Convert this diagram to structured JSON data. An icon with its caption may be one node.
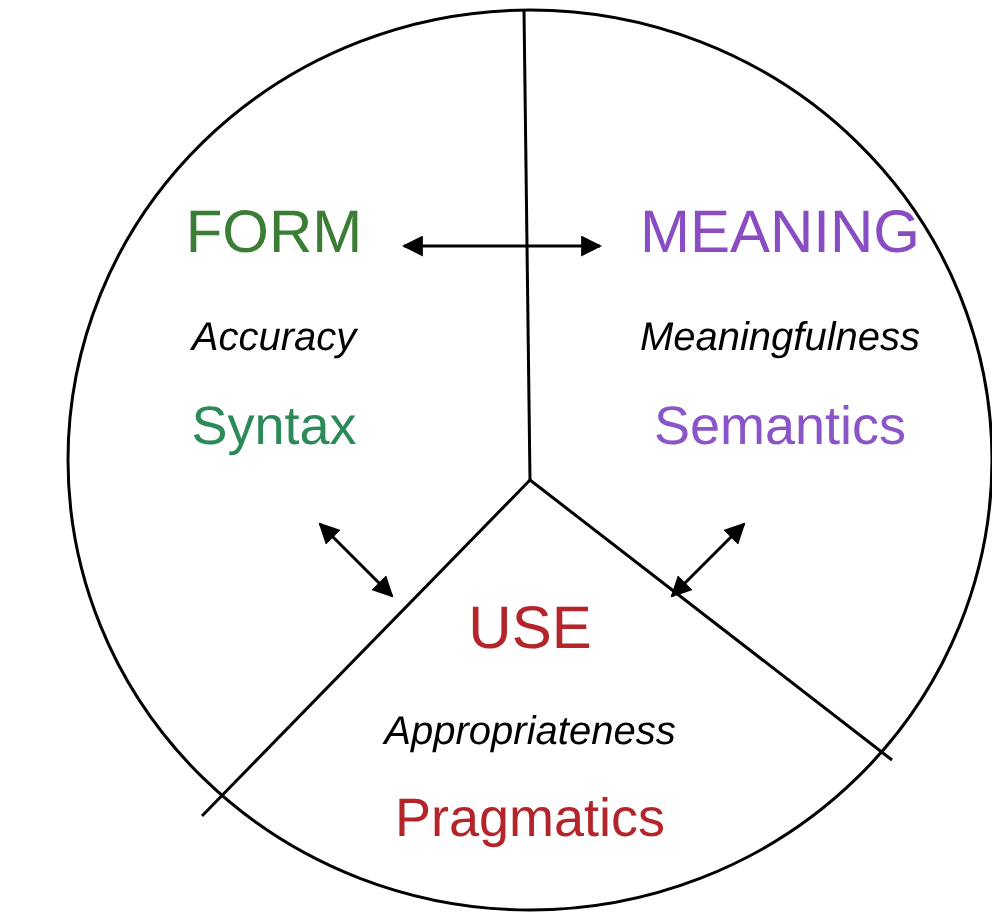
{
  "diagram": {
    "nodes": [
      {
        "text": [
          "FORM",
          "Accuracy",
          "Syntax"
        ]
      },
      {
        "text": [
          "MEANING",
          "Meaningfulness",
          "Semantics"
        ]
      },
      {
        "text": [
          "USE",
          "Appropriateness",
          "Pragmatics"
        ]
      }
    ],
    "edges": [
      {
        "from": 0,
        "to": 1,
        "arrow": "both"
      },
      {
        "from": 0,
        "to": 2,
        "arrow": "both"
      },
      {
        "from": 1,
        "to": 2,
        "arrow": "both"
      }
    ]
  }
}
